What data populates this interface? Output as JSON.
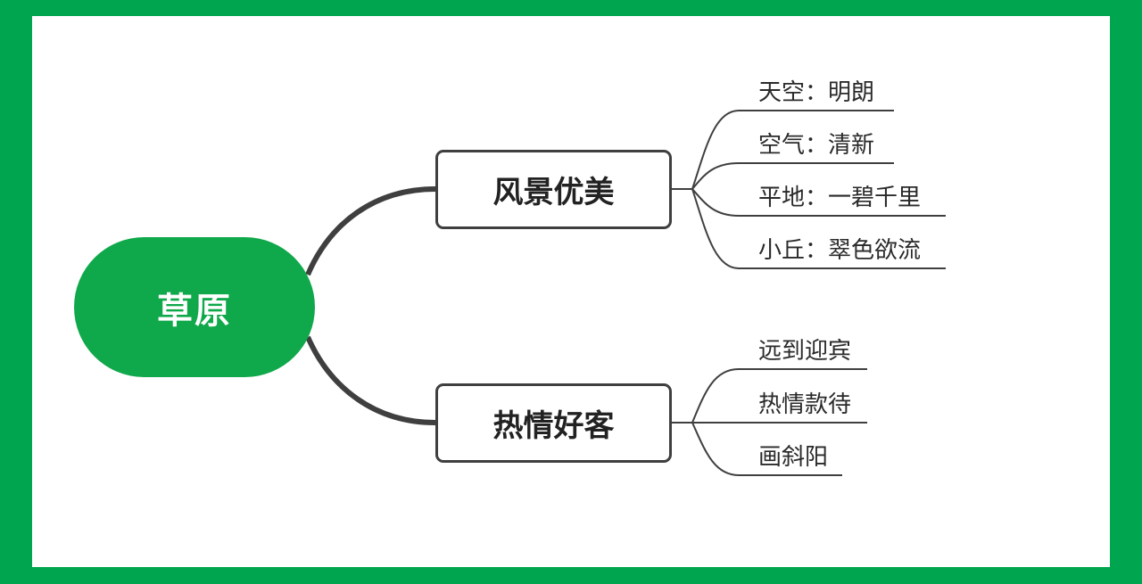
{
  "root": {
    "label": "草原",
    "color": "#0fa84a"
  },
  "branches": [
    {
      "label": "风景优美",
      "children": [
        "天空：明朗",
        "空气：清新",
        "平地：一碧千里",
        "小丘：翠色欲流"
      ]
    },
    {
      "label": "热情好客",
      "children": [
        "远到迎宾",
        "热情款待",
        "画斜阳"
      ]
    }
  ],
  "colors": {
    "frame": "#00a64f",
    "line": "#3f3f3f"
  }
}
